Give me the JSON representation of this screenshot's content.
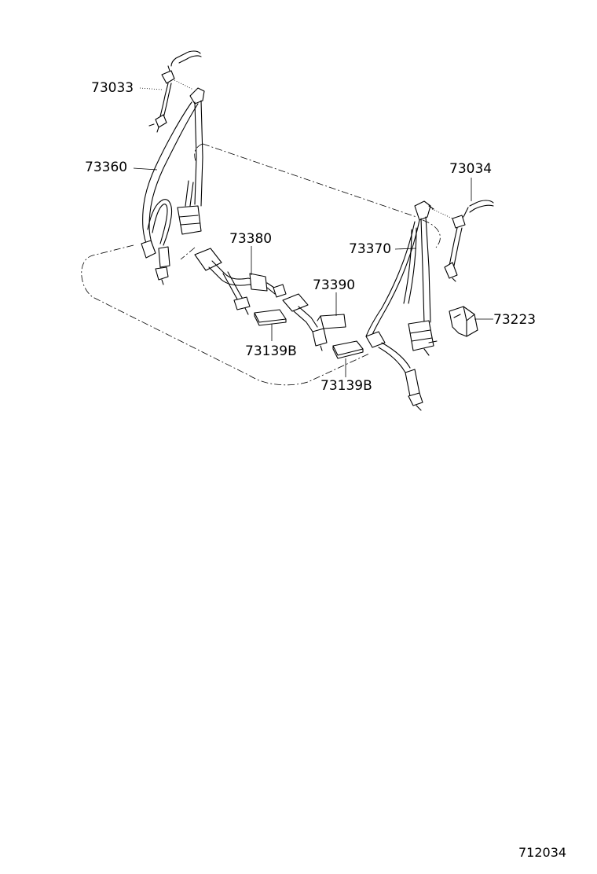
{
  "parts": [
    {
      "id": "upper-left-anchor",
      "label": "73033"
    },
    {
      "id": "left-belt",
      "label": "73360"
    },
    {
      "id": "center-belt",
      "label": "73380"
    },
    {
      "id": "buckle-right",
      "label": "73390"
    },
    {
      "id": "plate-left",
      "label": "73139B"
    },
    {
      "id": "plate-right",
      "label": "73139B"
    },
    {
      "id": "right-belt",
      "label": "73370"
    },
    {
      "id": "upper-right-anchor",
      "label": "73034"
    },
    {
      "id": "cover",
      "label": "73223"
    }
  ],
  "drawing_number": "712034"
}
